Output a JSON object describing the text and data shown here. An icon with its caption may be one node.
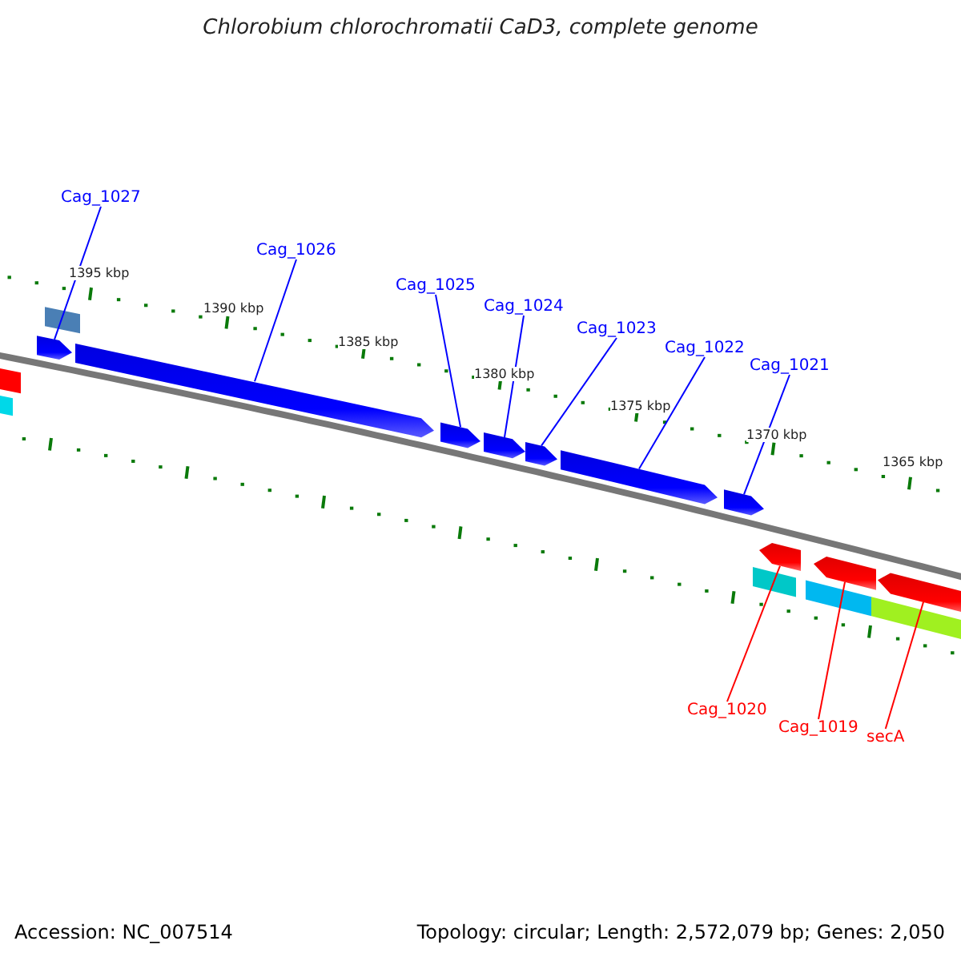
{
  "diagram": {
    "title": "Chlorobium chlorochromatii CaD3, complete genome",
    "nodes": [
      {
        "text": [
          "Cag_1027"
        ]
      },
      {
        "text": [
          "Cag_1026"
        ]
      },
      {
        "text": [
          "Cag_1025"
        ]
      },
      {
        "text": [
          "Cag_1024"
        ]
      },
      {
        "text": [
          "Cag_1023"
        ]
      },
      {
        "text": [
          "Cag_1022"
        ]
      },
      {
        "text": [
          "Cag_1021"
        ]
      },
      {
        "text": [
          "Cag_1020"
        ]
      },
      {
        "text": [
          "Cag_1019"
        ]
      },
      {
        "text": [
          "secA"
        ]
      },
      {
        "text": [],
        "shape": "bar"
      },
      {
        "text": [],
        "shape": "bar"
      },
      {
        "text": [],
        "shape": "bar"
      },
      {
        "text": [],
        "shape": "bar"
      },
      {
        "text": [],
        "shape": "bar"
      },
      {
        "text": [],
        "shape": "bar"
      },
      {
        "text": [],
        "shape": "bar"
      },
      {
        "text": [],
        "shape": "bar"
      },
      {
        "text": [],
        "shape": "bar"
      },
      {
        "text": [],
        "shape": "bar"
      }
    ],
    "edges": [
      {
        "from": 0,
        "to": 10,
        "arrow": "none"
      },
      {
        "from": 1,
        "to": 11,
        "arrow": "none"
      },
      {
        "from": 2,
        "to": 12,
        "arrow": "none"
      },
      {
        "from": 3,
        "to": 13,
        "arrow": "none"
      },
      {
        "from": 4,
        "to": 14,
        "arrow": "none"
      },
      {
        "from": 5,
        "to": 15,
        "arrow": "none"
      },
      {
        "from": 6,
        "to": 16,
        "arrow": "none"
      },
      {
        "from": 7,
        "to": 17,
        "arrow": "none",
        "color": "#ff0000"
      },
      {
        "from": 8,
        "to": 18,
        "arrow": "none",
        "color": "#ff0000"
      },
      {
        "from": 9,
        "to": 19,
        "arrow": "none",
        "color": "#ff0000"
      }
    ],
    "labels": [
      "1395 kbp",
      "1390 kbp",
      "1385 kbp",
      "1380 kbp",
      "1375 kbp",
      "1370 kbp",
      "1365 kbp",
      "Accession: NC_007514",
      "Topology: circular; Length: 2,572,079 bp; Genes: 2,050"
    ]
  }
}
